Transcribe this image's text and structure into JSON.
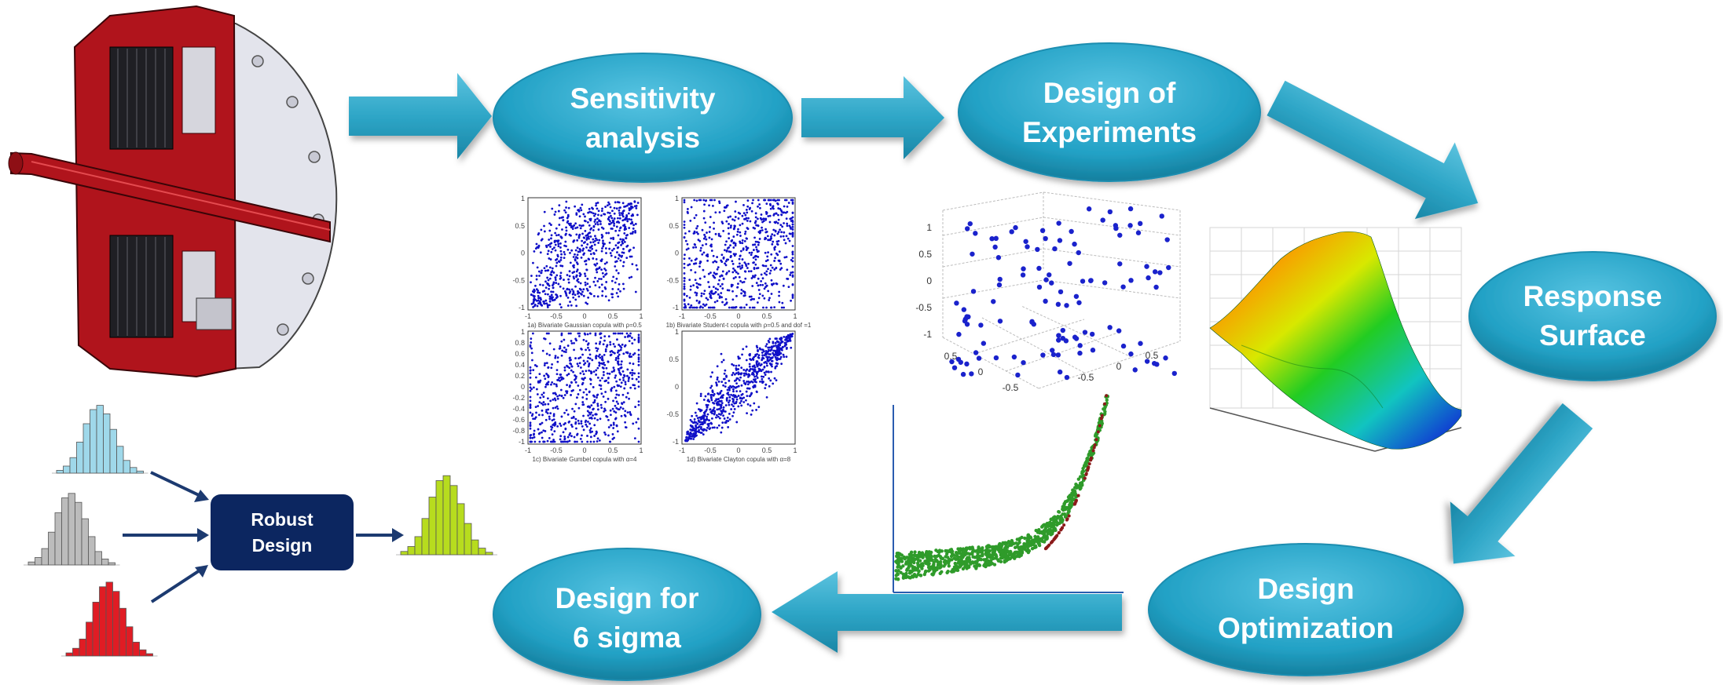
{
  "nodes": {
    "sensitivity": [
      "Sensitivity",
      "analysis"
    ],
    "doe": [
      "Design of",
      "Experiments"
    ],
    "response": [
      "Response",
      "Surface"
    ],
    "optimization": [
      "Design",
      "Optimization"
    ],
    "six_sigma": [
      "Design for",
      "6 sigma"
    ]
  },
  "robust_design": [
    "Robust",
    "Design"
  ],
  "colors": {
    "node_fill": "#2aa6c8",
    "arrow_fill": "#33a9c9",
    "robust_box": "#0c2660",
    "cad_red": "#b0141c",
    "hist_blue": "#9fd8ea",
    "hist_gray": "#bcbcbc",
    "hist_red": "#e01c24",
    "hist_green": "#b7dc1e",
    "scatter_blue": "#1010c8",
    "scatter_green": "#2f9b2a",
    "scatter_dark_red": "#8b1a1a"
  },
  "copula_panels": [
    {
      "caption": "1a) Bivariate Gaussian copula with ρ=0.5",
      "x_ticks": [
        "-1",
        "-0.5",
        "0",
        "0.5",
        "1"
      ],
      "y_ticks": [
        "1",
        "0.5",
        "0",
        "-0.5",
        "-1"
      ]
    },
    {
      "caption": "1b) Bivariate Student-t copula with ρ=0.5 and dof =1",
      "x_ticks": [
        "-1",
        "-0.5",
        "0",
        "0.5",
        "1"
      ],
      "y_ticks": [
        "1",
        "0.5",
        "0",
        "-0.5",
        "-1"
      ]
    },
    {
      "caption": "1c) Bivariate Gumbel copula with α=4",
      "x_ticks": [
        "-1",
        "-0.5",
        "0",
        "0.5",
        "1"
      ],
      "y_ticks": [
        "1",
        "0.8",
        "0.6",
        "0.4",
        "0.2",
        "0",
        "-0.2",
        "-0.4",
        "-0.6",
        "-0.8",
        "-1"
      ]
    },
    {
      "caption": "1d) Bivariate Clayton copula with α=8",
      "x_ticks": [
        "-1",
        "-0.5",
        "0",
        "0.5",
        "1"
      ],
      "y_ticks": [
        "1",
        "0.5",
        "0",
        "-0.5",
        "-1"
      ]
    }
  ],
  "doe_plot": {
    "z_ticks": [
      "1",
      "0.5",
      "0",
      "-0.5",
      "-1"
    ],
    "x_ticks": [
      "0.5",
      "0",
      "-0.5"
    ],
    "y_ticks": [
      "-0.5",
      "0",
      "0.5"
    ]
  }
}
